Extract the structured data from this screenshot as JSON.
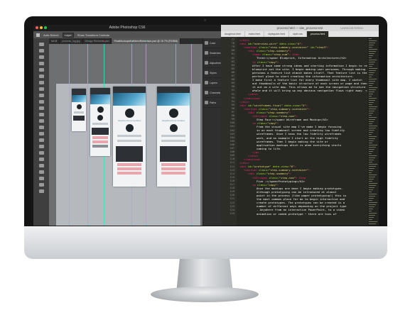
{
  "photoshop": {
    "title": "Adobe Photoshop CS6",
    "options": [
      "Auto-Select:",
      "Layer",
      "Show Transform Controls"
    ],
    "tabs": [
      "fall.ffl",
      "process_log.jpg",
      "Design Elements.psd",
      "FinalMockupsKathleenRobertson.psd @ 16.7% (RGB/8)"
    ],
    "active_tab": 3,
    "panels": [
      "Color",
      "Swatches",
      "Adjustments",
      "Styles",
      "Layers",
      "Channels",
      "Paths"
    ],
    "mockup_caption": "Neighbourhood Updates"
  },
  "editor": {
    "title": "process.html — site_process test",
    "unregistered": "UNREGISTERED",
    "tabs": [
      "doughnut.html",
      "index.html",
      "styleguide.html",
      "style.css",
      "process.html"
    ],
    "active_tab": 4,
    "line_start": 77,
    "lines": [
      [
        [
          "t",
          "</div>"
        ]
      ],
      [
        [
          "t",
          "<div "
        ],
        [
          "a",
          "id="
        ],
        [
          "s",
          "\"overview-wire\""
        ],
        [
          "a",
          " data-view="
        ],
        [
          "s",
          "\"4\""
        ],
        [
          "t",
          ">"
        ]
      ],
      [
        [
          "t",
          "<section "
        ],
        [
          "a",
          "class="
        ],
        [
          "s",
          "\"step-summary-container\""
        ],
        [
          "a",
          " id="
        ],
        [
          "s",
          "\"step3\""
        ],
        [
          "t",
          ">"
        ]
      ],
      [
        [
          "t",
          "<div "
        ],
        [
          "a",
          "class="
        ],
        [
          "s",
          "\"step-summary\""
        ],
        [
          "t",
          ">"
        ]
      ],
      [
        [
          "t",
          "<span "
        ],
        [
          "a",
          "class="
        ],
        [
          "s",
          "\"step-num\""
        ],
        [
          "t",
          "> Step"
        ]
      ],
      [
        [
          "p",
          "Three:</span> Blueprint, Information Architecture</h2>"
        ]
      ],
      [
        [
          "t",
          "<p "
        ],
        [
          "a",
          "class="
        ],
        [
          "s",
          "\"copy\""
        ],
        [
          "t",
          ">"
        ]
      ],
      [
        [
          "p",
          "After I have some strong ideas and starting information I begin to really"
        ]
      ],
      [
        [
          "p",
          "blueprint out the site. I begin making user personas. Through making the"
        ]
      ],
      [
        [
          "p",
          "personas a feature list almost makes itself. That feature list is the"
        ]
      ],
      [
        [
          "p",
          "perfect place to start creating the information architecture."
        ]
      ],
      [
        [
          "p",
          "I make first a feature list for every thumbnail site map. I sketch"
        ]
      ],
      [
        [
          "p",
          "out thumbnails of the basic structure of each screen or page and then lay"
        ]
      ],
      [
        [
          "p",
          "it out as a site map. This allows me to see the navigation structure as a"
        ]
      ],
      [
        [
          "p",
          "whole and it will bring up any obvious navigation flows right away. </p>"
        ]
      ],
      [
        [
          "t",
          "</div>"
        ]
      ],
      [
        [
          "t",
          "</section>"
        ]
      ],
      [
        [
          "t",
          "</div>"
        ]
      ],
      [
        [
          "t",
          "<div "
        ],
        [
          "a",
          "id="
        ],
        [
          "s",
          "\"wireframes-final\""
        ],
        [
          "a",
          " data-view="
        ],
        [
          "s",
          "\"5\""
        ],
        [
          "t",
          ">"
        ]
      ],
      [
        [
          "t",
          "<section "
        ],
        [
          "a",
          "class="
        ],
        [
          "s",
          "\"step-summary-container\""
        ],
        [
          "t",
          ">"
        ]
      ],
      [
        [
          "t",
          "<div "
        ],
        [
          "a",
          "class="
        ],
        [
          "s",
          "\"step-summary\""
        ],
        [
          "t",
          ">"
        ]
      ],
      [
        [
          "t",
          "<h2><span "
        ],
        [
          "a",
          "class="
        ],
        [
          "s",
          "\"step-num\""
        ],
        [
          "t",
          ">"
        ]
      ],
      [
        [
          "p",
          "Step Four:</span> Wireframe and Mockup</h2>"
        ]
      ],
      [
        [
          "t",
          "<p "
        ],
        [
          "a",
          "class="
        ],
        [
          "s",
          "\"copy\""
        ],
        [
          "t",
          ">"
        ]
      ],
      [
        [
          "p",
          "From the visual site map I've made I begin focusing"
        ]
      ],
      [
        [
          "p",
          "in on each thumbnail screen and creating low fidelity"
        ]
      ],
      [
        [
          "p",
          "wireframes. Once I know the low fidelity wireframes"
        ]
      ],
      [
        [
          "p",
          "work, and an example I start on the high fidelity"
        ]
      ],
      [
        [
          "p",
          "wireframes. Then I begin making the site or"
        ]
      ],
      [
        [
          "p",
          "application mockups which is when everything starts"
        ]
      ],
      [
        [
          "p",
          "coming to life."
        ]
      ],
      [
        [
          "t",
          "</p>"
        ]
      ],
      [
        [
          "t",
          "</div>"
        ]
      ],
      [
        [
          "t",
          "</section>"
        ]
      ],
      [
        [
          "t",
          "</div>"
        ]
      ],
      [
        [
          "t",
          "<div "
        ],
        [
          "a",
          "id="
        ],
        [
          "s",
          "\"prototype\""
        ],
        [
          "a",
          " data-view="
        ],
        [
          "s",
          "\"6\""
        ],
        [
          "t",
          ">"
        ]
      ],
      [
        [
          "t",
          "<section "
        ],
        [
          "a",
          "class="
        ],
        [
          "s",
          "\"step-summary-container\""
        ],
        [
          "t",
          ">"
        ]
      ],
      [
        [
          "t",
          "<div "
        ],
        [
          "a",
          "class="
        ],
        [
          "s",
          "\"step-summary\""
        ],
        [
          "t",
          ">"
        ]
      ],
      [
        [
          "t",
          "<h2><span "
        ],
        [
          "a",
          "class="
        ],
        [
          "s",
          "\"step-num\""
        ],
        [
          "t",
          "> Step"
        ]
      ],
      [
        [
          "p",
          "Five :</span>Prototyping</h2>"
        ]
      ],
      [
        [
          "t",
          "<p "
        ],
        [
          "a",
          "class="
        ],
        [
          "s",
          "\"copy\""
        ],
        [
          "t",
          ">"
        ]
      ],
      [
        [
          "p",
          "Once the mockups are done I begin making prototypes."
        ]
      ],
      [
        [
          "p",
          "Although prototyping can be introduced at almost"
        ]
      ],
      [
        [
          "p",
          "point in the process (like paper prototyping!) this is"
        ]
      ],
      [
        [
          "p",
          "the most common place for me to begin interactive and"
        ]
      ],
      [
        [
          "p",
          "create prototypes. The prototypes can be created in a"
        ]
      ],
      [
        [
          "p",
          "number of different ways depending on the project type"
        ]
      ],
      [
        [
          "p",
          ". Anywhere from an interactive PowerPoint, to a video"
        ]
      ],
      [
        [
          "p",
          "animation or coded prototype ~ there are tons of"
        ]
      ]
    ]
  }
}
